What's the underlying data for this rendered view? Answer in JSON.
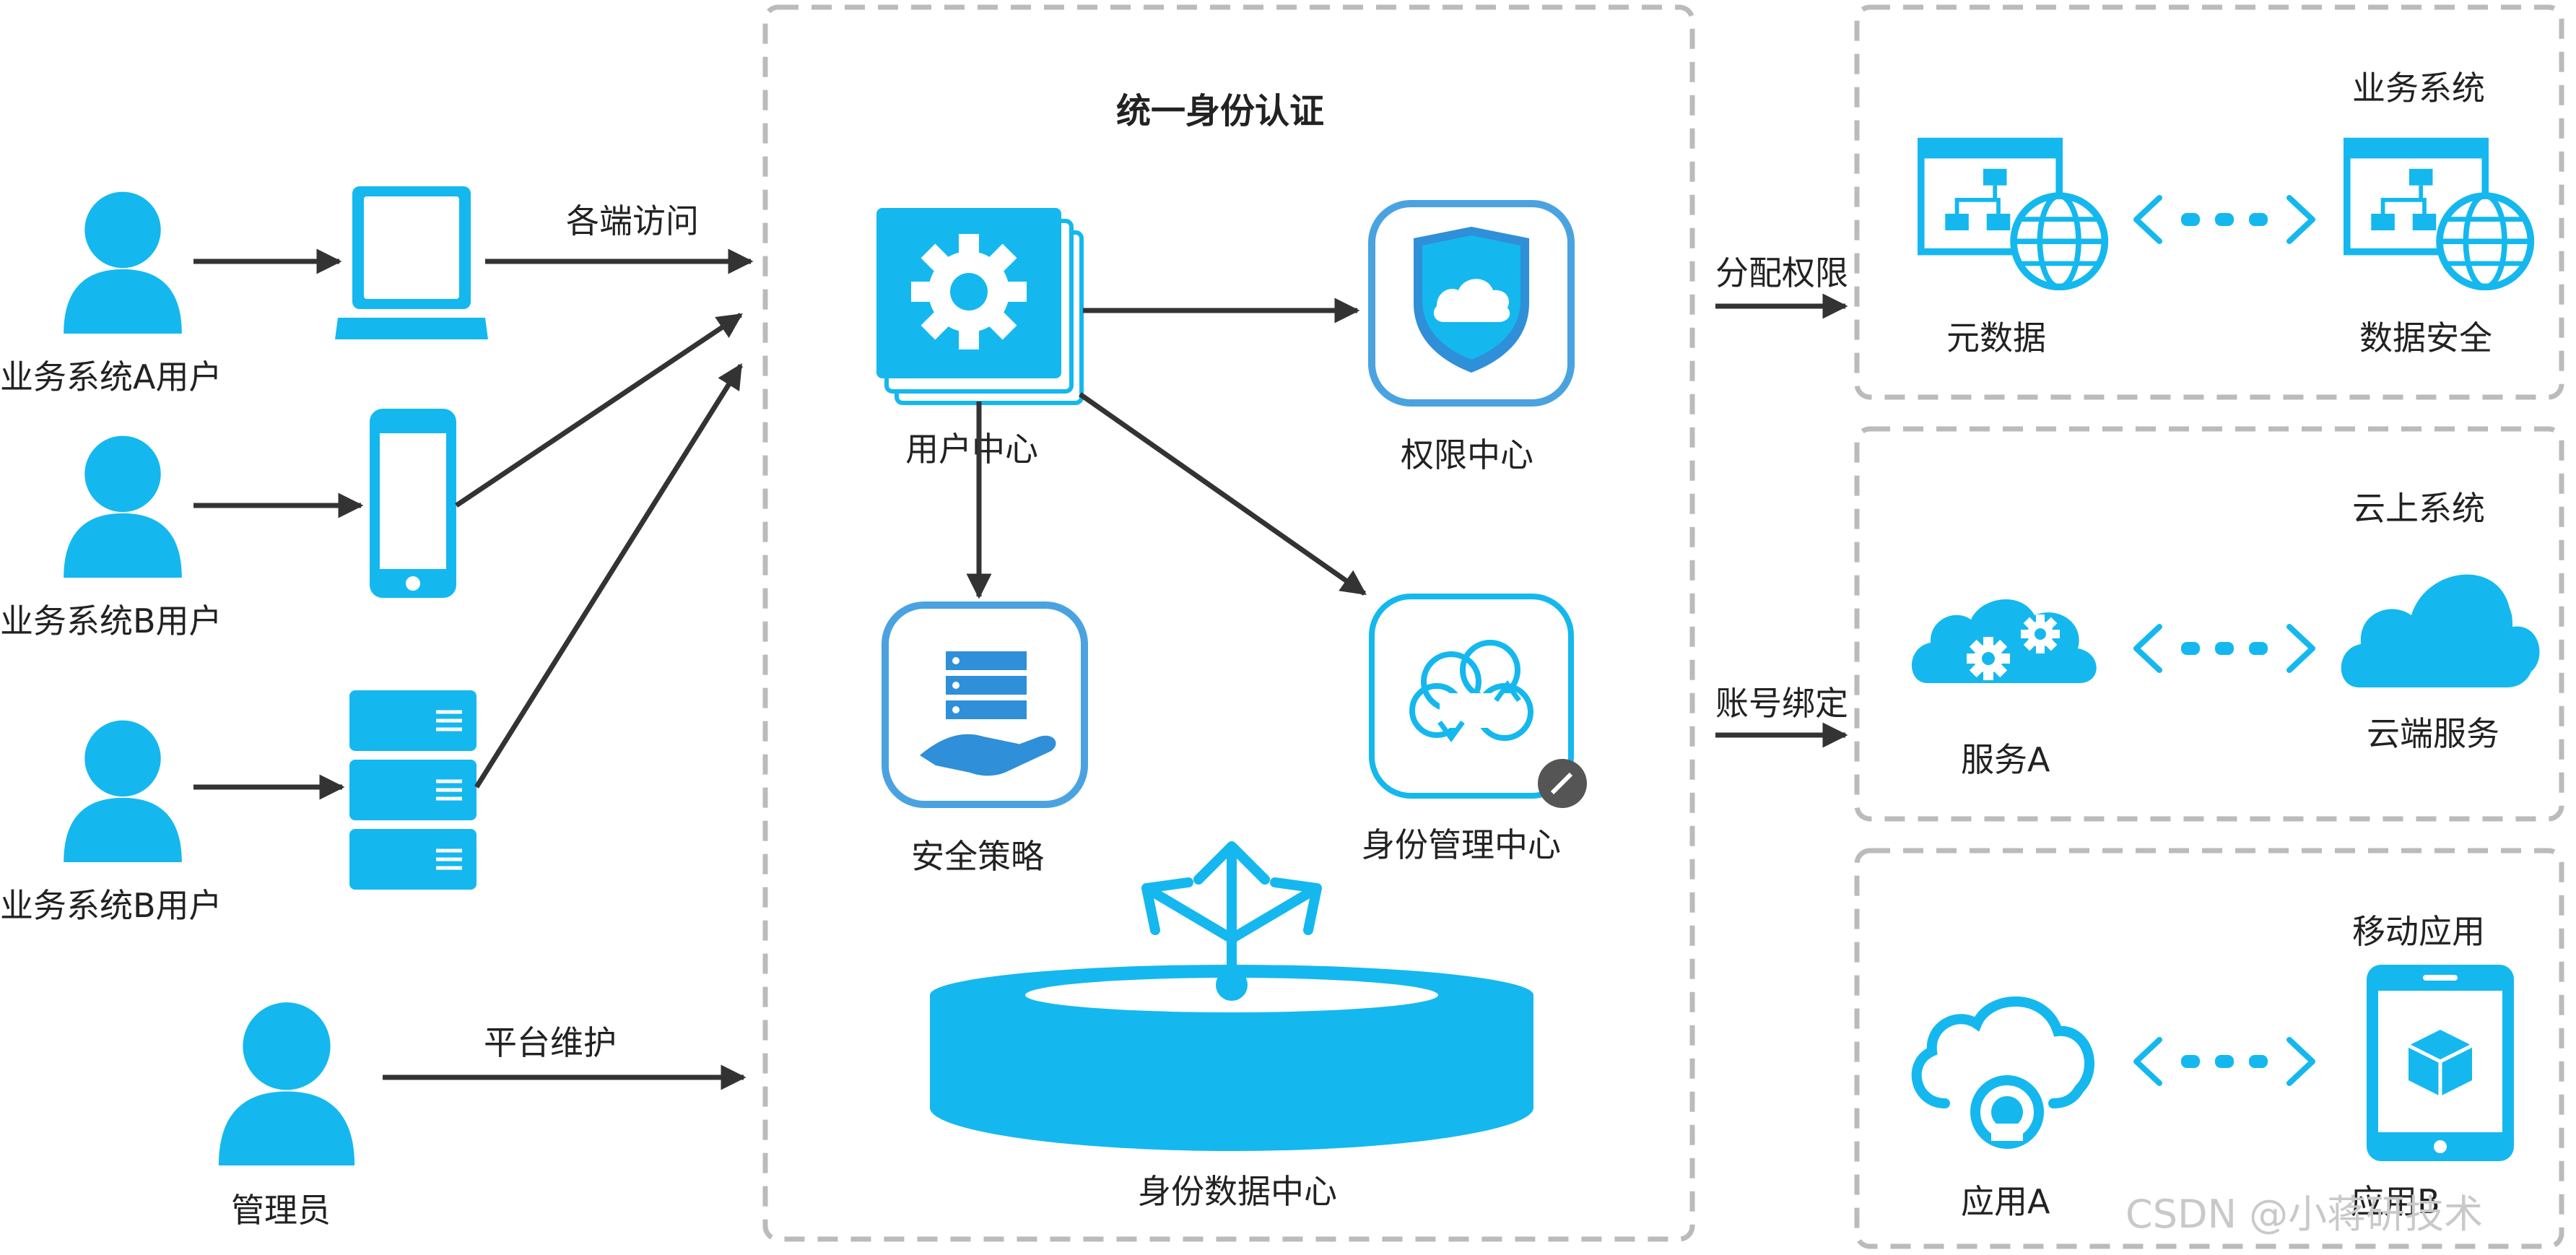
{
  "colors": {
    "accent": "#14b8ee",
    "accent_dark": "#0d9fd6",
    "arrow": "#333333",
    "dashed_border": "#bbbbbb",
    "watermark": "#c9c9c9"
  },
  "users": {
    "user_a": "业务系统A用户",
    "user_b1": "业务系统B用户",
    "user_b2": "业务系统B用户",
    "admin": "管理员"
  },
  "edges": {
    "multi_access": "各端访问",
    "platform_maintain": "平台维护",
    "assign_permission": "分配权限",
    "account_binding": "账号绑定"
  },
  "center": {
    "title": "统一身份认证",
    "user_center": "用户中心",
    "permission_center": "权限中心",
    "security_policy": "安全策略",
    "identity_mgmt_center": "身份管理中心",
    "identity_data_center": "身份数据中心"
  },
  "right": {
    "business_system": {
      "title": "业务系统",
      "left": "元数据",
      "right": "数据安全"
    },
    "cloud_system": {
      "title": "云上系统",
      "left": "服务A",
      "right": "云端服务"
    },
    "mobile_app": {
      "title": "移动应用",
      "left": "应用A",
      "right": "应用B"
    }
  },
  "watermark": "CSDN @小蒋研技术",
  "icons": [
    "person-icon",
    "laptop-icon",
    "phone-icon",
    "server-rack-icon",
    "gear-stack-icon",
    "shield-cloud-icon",
    "server-hand-icon",
    "cloud-sync-icon",
    "database-disk-icon",
    "branch-arrows-icon",
    "sitemap-globe-icon",
    "cloud-gears-icon",
    "cloud-icon",
    "cloud-app-icon",
    "tablet-cube-icon",
    "dot-arrow-icon"
  ]
}
